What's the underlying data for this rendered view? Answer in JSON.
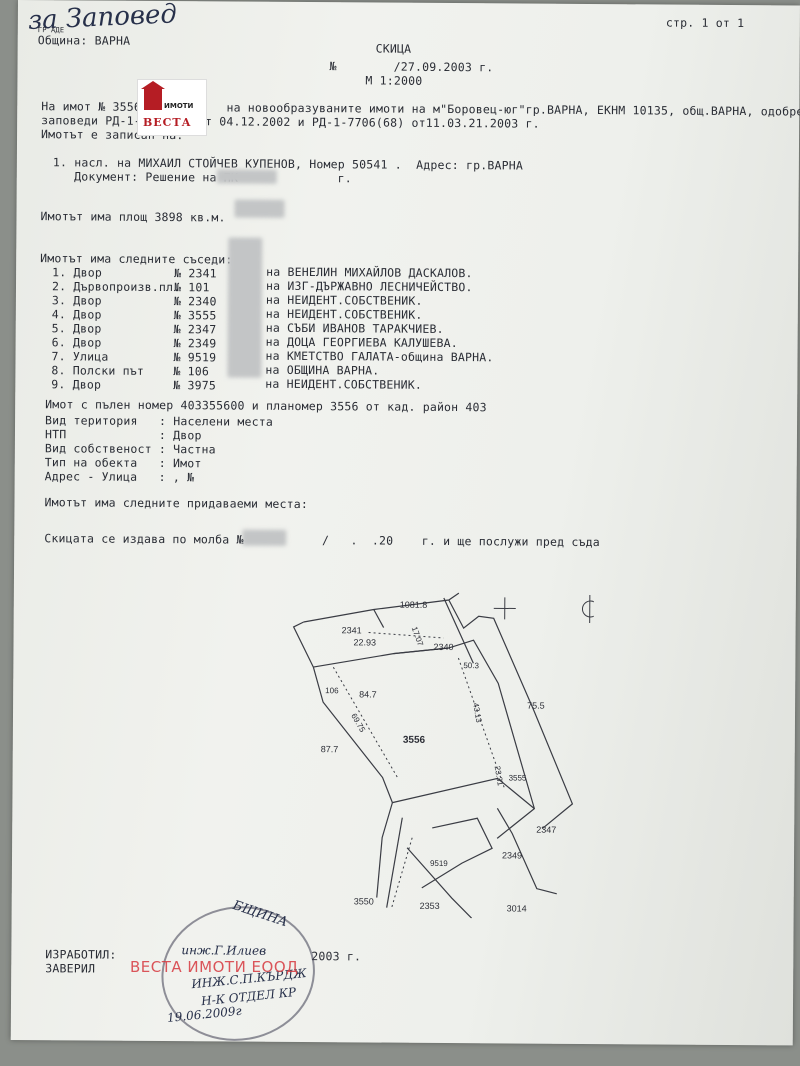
{
  "handwritten": {
    "note": "за Заповед"
  },
  "header": {
    "page": "стр. 1 от 1",
    "small_seal": "ГР АДЕ",
    "municipality": "Община: ВАРНА",
    "title": "СКИЦА",
    "number": "№        /27.09.2003 г.",
    "scale": "М 1:2000"
  },
  "logo": {
    "small": "ИМОТИ",
    "big": "ВЕСТА"
  },
  "body_lines": [
    "На имот № 3556 от         на новообразуваните имоти на м\"Боровец-юг\"гр.ВАРНА, ЕКНМ 10135, общ.ВАРНА, одобрен със",
    "заповеди РД-1-        от 04.12.2002 и РД-1-7706(68) от11.03.21.2003 г.",
    "Имотът е записан на:",
    "1. насл. на МИХАИЛ СТОЙЧЕВ КУПЕНОВ, Номер 50541 .  Адрес: гр.ВАРНА",
    "   Документ: Решение на ПК              г.",
    "Имотът има площ 3898 кв.м.",
    "Имотът има следните съседи:"
  ],
  "neighbors": [
    {
      "n": "1. Двор",
      "no": "№ 2341",
      "owner": "на ВЕНЕЛИН МИХАЙЛОВ ДАСКАЛОВ."
    },
    {
      "n": "2. Дървопроизв.пл.",
      "no": "№ 101",
      "owner": "на ИЗГ-ДЪРЖАВНО ЛЕСНИЧЕЙСТВО."
    },
    {
      "n": "3. Двор",
      "no": "№ 2340",
      "owner": "на НЕИДЕНТ.СОБСТВЕНИК."
    },
    {
      "n": "4. Двор",
      "no": "№ 3555",
      "owner": "на НЕИДЕНТ.СОБСТВЕНИК."
    },
    {
      "n": "5. Двор",
      "no": "№ 2347",
      "owner": "на СЪБИ ИВАНОВ ТАРАКЧИЕВ."
    },
    {
      "n": "6. Двор",
      "no": "№ 2349",
      "owner": "на ДОЦА ГЕОРГИЕВА КАЛУШЕВА."
    },
    {
      "n": "7. Улица",
      "no": "№ 9519",
      "owner": "на КМЕТСТВО ГАЛАТА-община ВАРНА."
    },
    {
      "n": "8. Полски път",
      "no": "№ 106",
      "owner": "на ОБЩИНА ВАРНА."
    },
    {
      "n": "9. Двор",
      "no": "№ 3975",
      "owner": "на НЕИДЕНТ.СОБСТВЕНИК."
    }
  ],
  "details": [
    "Имот с пълен номер 403355600 и планомер 3556 от кад. район 403",
    "Вид територия   : Населени места",
    "НТП             : Двор",
    "Вид собственост : Частна",
    "Тип на обекта   : Имот",
    "Адрес - Улица   : , №"
  ],
  "appended": "Имотът има следните придаваеми места:",
  "issued": "Скицата се издава по молба №           /   .  .20    г. и ще послужи пред съда",
  "map_labels": {
    "main": "3556",
    "n2341": "2341",
    "n2340": "2340",
    "n1081": "1081.8",
    "n106": "106",
    "n3555": "3555",
    "n2347": "2347",
    "n2349": "2349",
    "n9519": "9519",
    "n3550": "3550",
    "n2353": "2353",
    "n3014": "3014",
    "d2293": "22.93",
    "d847": "84.7",
    "d755": "75.5",
    "d877": "87.7",
    "d6975": "69.75",
    "d4313": "43.13",
    "d503": "50.3",
    "d1707": "17.07",
    "d2331": "23.31"
  },
  "footer": {
    "made": "ИЗРАБОТИЛ:",
    "made_name": "инж.Г.Илиев",
    "year": "2003 г.",
    "verified": "ЗАВЕРИЛ"
  },
  "stamp_text": [
    "БЩИНА",
    "ИНЖ.С.П.КЪРДЖ",
    "Н-К ОТДЕЛ КР",
    "19.06.2009г"
  ],
  "watermark": "ВЕСТА ИМОТИ ЕООД"
}
